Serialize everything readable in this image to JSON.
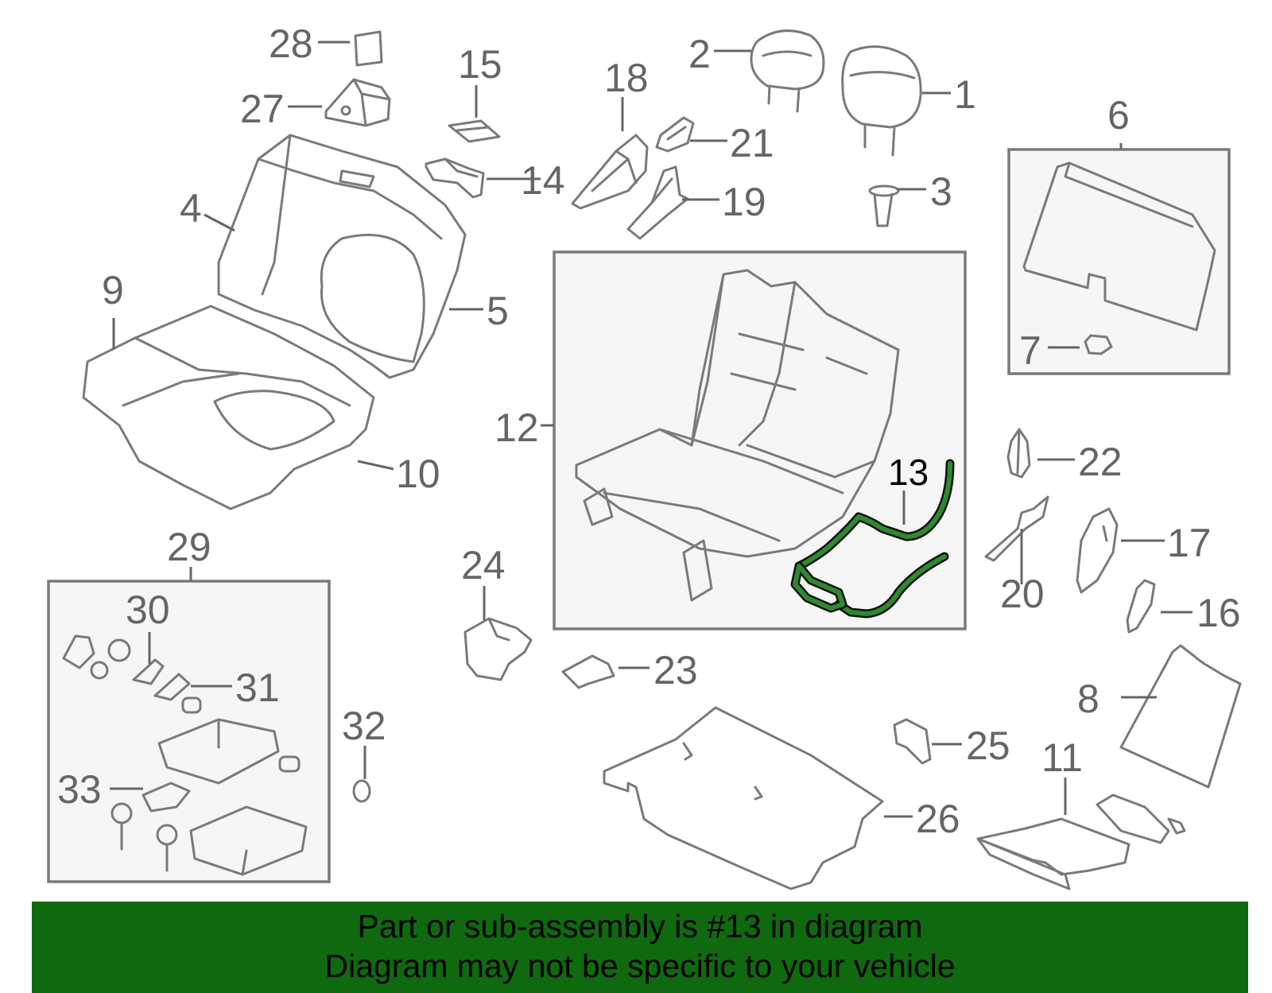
{
  "diagram": {
    "labels": {
      "p1": "1",
      "p2": "2",
      "p3": "3",
      "p4": "4",
      "p5": "5",
      "p6": "6",
      "p7": "7",
      "p8": "8",
      "p9": "9",
      "p10": "10",
      "p11": "11",
      "p12": "12",
      "p13": "13",
      "p14": "14",
      "p15": "15",
      "p16": "16",
      "p17": "17",
      "p18": "18",
      "p19": "19",
      "p20": "20",
      "p21": "21",
      "p22": "22",
      "p23": "23",
      "p24": "24",
      "p25": "25",
      "p26": "26",
      "p27": "27",
      "p28": "28",
      "p29": "29",
      "p30": "30",
      "p31": "31",
      "p32": "32",
      "p33": "33"
    },
    "highlight_color": "#2e8a2e"
  },
  "banner": {
    "line1": "Part or sub-assembly is #13 in diagram",
    "line2": "Diagram may not be specific to your vehicle",
    "background": "#0f690f"
  }
}
